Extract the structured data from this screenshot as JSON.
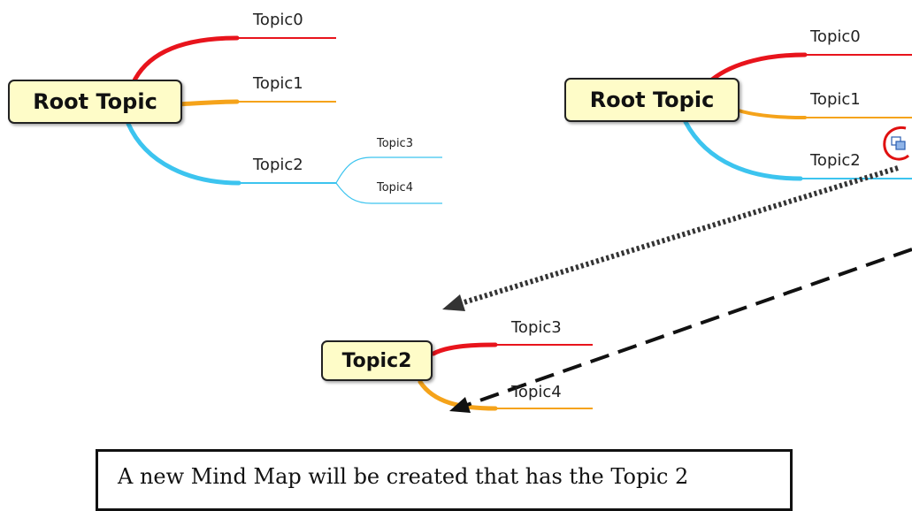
{
  "map_left": {
    "root": "Root Topic",
    "topics": [
      "Topic0",
      "Topic1",
      "Topic2"
    ],
    "subtopics": [
      "Topic3",
      "Topic4"
    ]
  },
  "map_right": {
    "root": "Root Topic",
    "topics": [
      "Topic0",
      "Topic1",
      "Topic2"
    ]
  },
  "map_new": {
    "root": "Topic2",
    "topics": [
      "Topic3",
      "Topic4"
    ]
  },
  "caption": "A new Mind Map will be created that has the Topic 2",
  "colors": {
    "branch_red": "#e8141c",
    "branch_orange": "#f5a31a",
    "branch_blue": "#3cc4ef",
    "node_fill": "#fefcc8",
    "highlight_circle": "#e01010",
    "arrow": "#333333"
  },
  "icons": [
    "new-map-icon"
  ]
}
